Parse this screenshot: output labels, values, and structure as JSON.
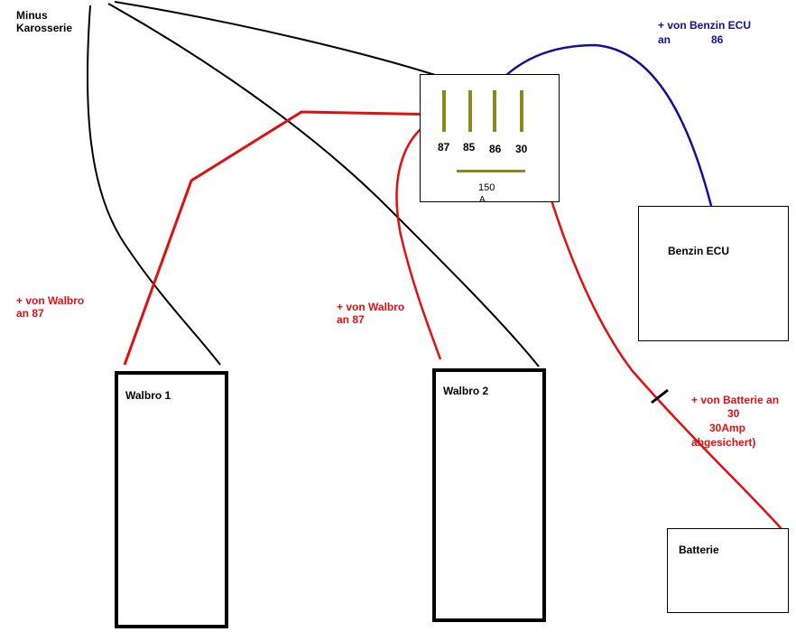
{
  "labels": {
    "ground": [
      "Minus",
      "Karosserie"
    ],
    "ecu_signal": [
      "+ von Benzin ECU",
      "an",
      "86"
    ],
    "walbro1_feed": [
      "+ von Walbro",
      "an 87"
    ],
    "walbro2_feed": [
      "+ von Walbro",
      "an 87"
    ],
    "battery_feed": [
      "+ von Batterie an",
      "30",
      "30Amp",
      "abgesichert)"
    ]
  },
  "relay": {
    "pins": [
      "87",
      "85",
      "86",
      "30"
    ],
    "rating": "150",
    "unit": "A"
  },
  "components": {
    "ecu": "Benzin ECU",
    "walbro1": "Walbro 1",
    "walbro2": "Walbro 2",
    "battery": "Batterie"
  },
  "colors": {
    "ground_wire": "#000000",
    "power_wire": "#e01010",
    "signal_wire": "#10109a",
    "relay_contacts": "#8a8a1a"
  }
}
